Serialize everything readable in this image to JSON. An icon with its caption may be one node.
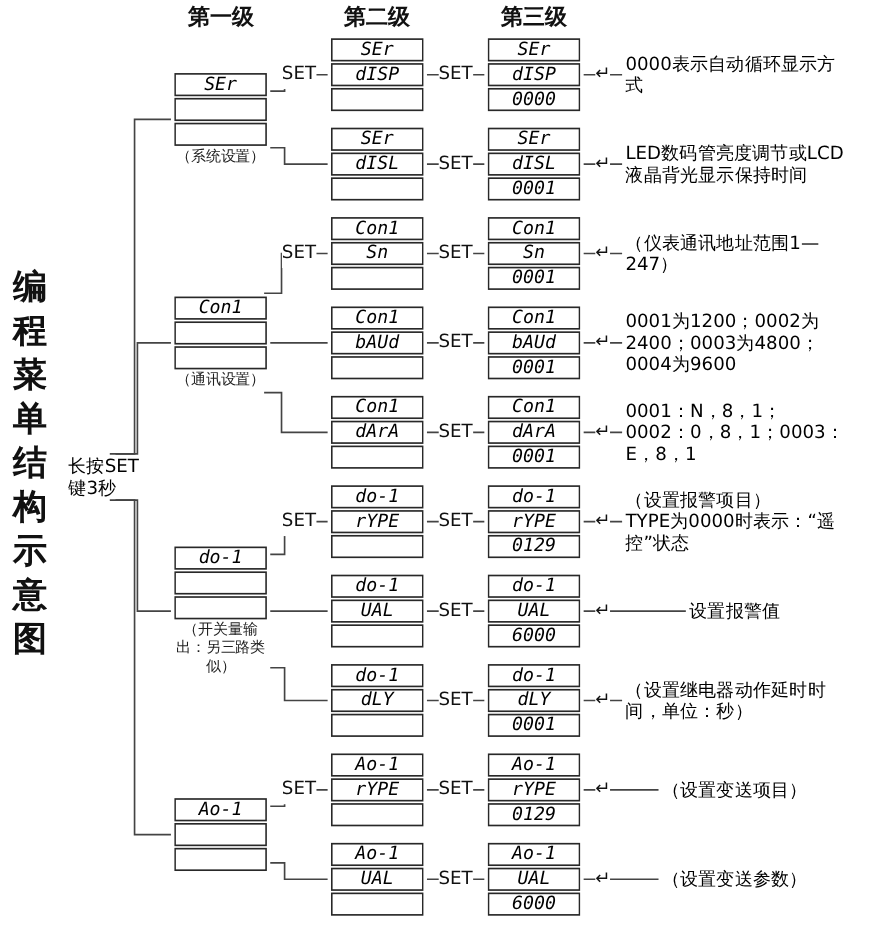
{
  "diagram": {
    "title": "编程菜单结构示意图",
    "nodes": [
      {
        "text": [
          "长按SET键3秒"
        ]
      },
      {
        "text": [
          "SEr"
        ],
        "beside": [
          "（系统设置）"
        ]
      },
      {
        "text": [
          "SEr",
          "dISP"
        ]
      },
      {
        "text": [
          "SEr",
          "dISP",
          "0000"
        ]
      },
      {
        "text": [
          "0000表示自动循环显示方式"
        ]
      },
      {
        "text": [
          "SEr",
          "dISL"
        ]
      },
      {
        "text": [
          "SEr",
          "dISL",
          "0001"
        ]
      },
      {
        "text": [
          "LED数码管亮度调节或LCD液晶背光显示保持时间"
        ]
      },
      {
        "text": [
          "Con1"
        ],
        "beside": [
          "（通讯设置）"
        ]
      },
      {
        "text": [
          "Con1",
          "Sn"
        ]
      },
      {
        "text": [
          "Con1",
          "Sn",
          "0001"
        ]
      },
      {
        "text": [
          "（仪表通讯地址范围1—247）"
        ]
      },
      {
        "text": [
          "Con1",
          "bAUd"
        ]
      },
      {
        "text": [
          "Con1",
          "bAUd",
          "0001"
        ]
      },
      {
        "text": [
          "0001为1200；0002为2400；0003为4800；0004为9600"
        ]
      },
      {
        "text": [
          "Con1",
          "dArA"
        ]
      },
      {
        "text": [
          "Con1",
          "dArA",
          "0001"
        ]
      },
      {
        "text": [
          "0001：N，8，1；0002：0，8，1；0003：E，8，1"
        ]
      },
      {
        "text": [
          "do-1"
        ],
        "beside": [
          "（开关量输出：另三路类似）"
        ]
      },
      {
        "text": [
          "do-1",
          "rYPE"
        ]
      },
      {
        "text": [
          "do-1",
          "rYPE",
          "0129"
        ]
      },
      {
        "text": [
          "（设置报警项目）",
          "TYPE为0000时表示：“遥控”状态"
        ]
      },
      {
        "text": [
          "do-1",
          "UAL"
        ]
      },
      {
        "text": [
          "do-1",
          "UAL",
          "6000"
        ]
      },
      {
        "text": [
          "设置报警值"
        ]
      },
      {
        "text": [
          "do-1",
          "dLY"
        ]
      },
      {
        "text": [
          "do-1",
          "dLY",
          "0001"
        ]
      },
      {
        "text": [
          "（设置继电器动作延时时间，单位：秒）"
        ]
      },
      {
        "text": [
          "Ao-1"
        ]
      },
      {
        "text": [
          "Ao-1",
          "rYPE"
        ]
      },
      {
        "text": [
          "Ao-1",
          "rYPE",
          "0129"
        ]
      },
      {
        "text": [
          "（设置变送项目）"
        ]
      },
      {
        "text": [
          "Ao-1",
          "UAL"
        ]
      },
      {
        "text": [
          "Ao-1",
          "UAL",
          "6000"
        ]
      },
      {
        "text": [
          "（设置变送参数）"
        ]
      }
    ],
    "edges": [
      {
        "from": 0,
        "to": 1,
        "arrow": "none"
      },
      {
        "from": 0,
        "to": 8,
        "arrow": "none"
      },
      {
        "from": 0,
        "to": 18,
        "arrow": "none"
      },
      {
        "from": 0,
        "to": 28,
        "arrow": "none"
      },
      {
        "from": 1,
        "to": 2,
        "arrow": "none",
        "label": "SET"
      },
      {
        "from": 1,
        "to": 5,
        "arrow": "none"
      },
      {
        "from": 2,
        "to": 3,
        "arrow": "none",
        "label": "SET"
      },
      {
        "from": 3,
        "to": 4,
        "arrow": "none",
        "label": "↵"
      },
      {
        "from": 5,
        "to": 6,
        "arrow": "none",
        "label": "SET"
      },
      {
        "from": 6,
        "to": 7,
        "arrow": "none",
        "label": "↵"
      },
      {
        "from": 8,
        "to": 9,
        "arrow": "none",
        "label": "SET"
      },
      {
        "from": 8,
        "to": 12,
        "arrow": "none"
      },
      {
        "from": 8,
        "to": 15,
        "arrow": "none"
      },
      {
        "from": 9,
        "to": 10,
        "arrow": "none",
        "label": "SET"
      },
      {
        "from": 10,
        "to": 11,
        "arrow": "none",
        "label": "↵"
      },
      {
        "from": 12,
        "to": 13,
        "arrow": "none",
        "label": "SET"
      },
      {
        "from": 13,
        "to": 14,
        "arrow": "none",
        "label": "↵"
      },
      {
        "from": 15,
        "to": 16,
        "arrow": "none",
        "label": "SET"
      },
      {
        "from": 16,
        "to": 17,
        "arrow": "none",
        "label": "↵"
      },
      {
        "from": 18,
        "to": 19,
        "arrow": "none",
        "label": "SET"
      },
      {
        "from": 18,
        "to": 22,
        "arrow": "none"
      },
      {
        "from": 18,
        "to": 25,
        "arrow": "none"
      },
      {
        "from": 19,
        "to": 20,
        "arrow": "none",
        "label": "SET"
      },
      {
        "from": 20,
        "to": 21,
        "arrow": "none",
        "label": "↵"
      },
      {
        "from": 22,
        "to": 23,
        "arrow": "none",
        "label": "SET"
      },
      {
        "from": 23,
        "to": 24,
        "arrow": "none",
        "label": "↵"
      },
      {
        "from": 25,
        "to": 26,
        "arrow": "none",
        "label": "SET"
      },
      {
        "from": 26,
        "to": 27,
        "arrow": "none",
        "label": "↵"
      },
      {
        "from": 28,
        "to": 29,
        "arrow": "none",
        "label": "SET"
      },
      {
        "from": 28,
        "to": 32,
        "arrow": "none"
      },
      {
        "from": 29,
        "to": 30,
        "arrow": "none",
        "label": "SET"
      },
      {
        "from": 30,
        "to": 31,
        "arrow": "none",
        "label": "↵"
      },
      {
        "from": 32,
        "to": 33,
        "arrow": "none",
        "label": "SET"
      },
      {
        "from": 33,
        "to": 34,
        "arrow": "none",
        "label": "↵"
      }
    ],
    "labels": [
      "第一级",
      "第二级",
      "第三级"
    ]
  }
}
